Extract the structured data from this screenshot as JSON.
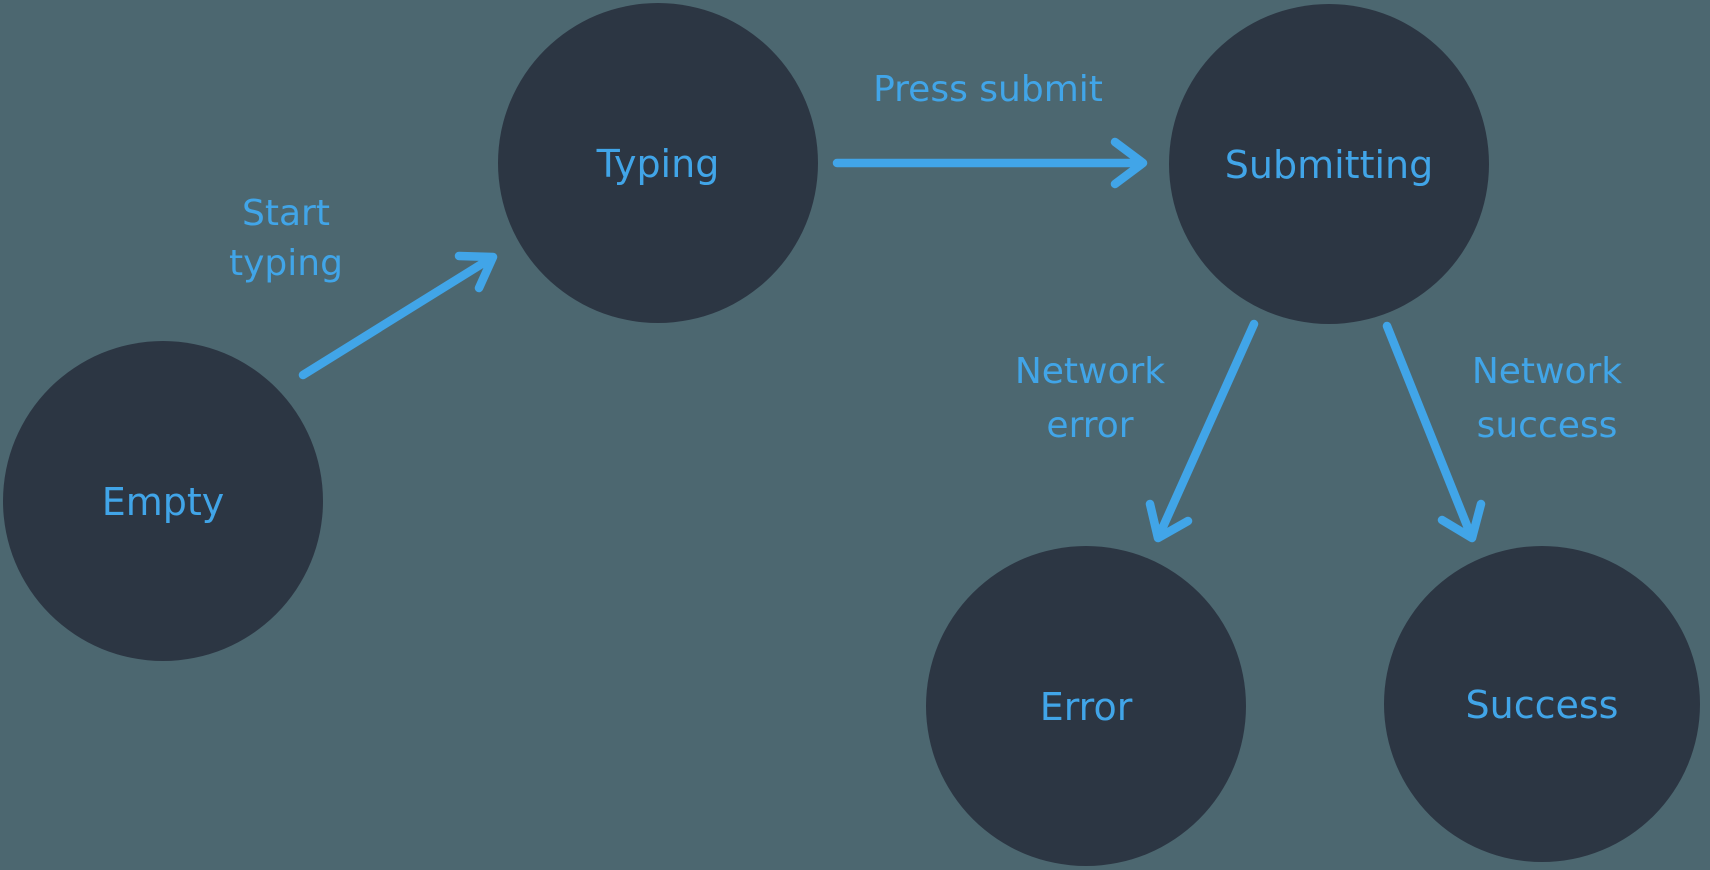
{
  "diagram": {
    "colors": {
      "background": "#4C6770",
      "state_fill": "#2C3643",
      "accent": "#41A5E8"
    },
    "states": {
      "empty": {
        "label": "Empty"
      },
      "typing": {
        "label": "Typing"
      },
      "submitting": {
        "label": "Submitting"
      },
      "error": {
        "label": "Error"
      },
      "success": {
        "label": "Success"
      }
    },
    "transitions": {
      "start_typing": {
        "from": "empty",
        "to": "typing",
        "line1": "Start",
        "line2": "typing"
      },
      "press_submit": {
        "from": "typing",
        "to": "submitting",
        "line1": "Press submit"
      },
      "network_error": {
        "from": "submitting",
        "to": "error",
        "line1": "Network",
        "line2": "error"
      },
      "network_success": {
        "from": "submitting",
        "to": "success",
        "line1": "Network",
        "line2": "success"
      }
    }
  }
}
